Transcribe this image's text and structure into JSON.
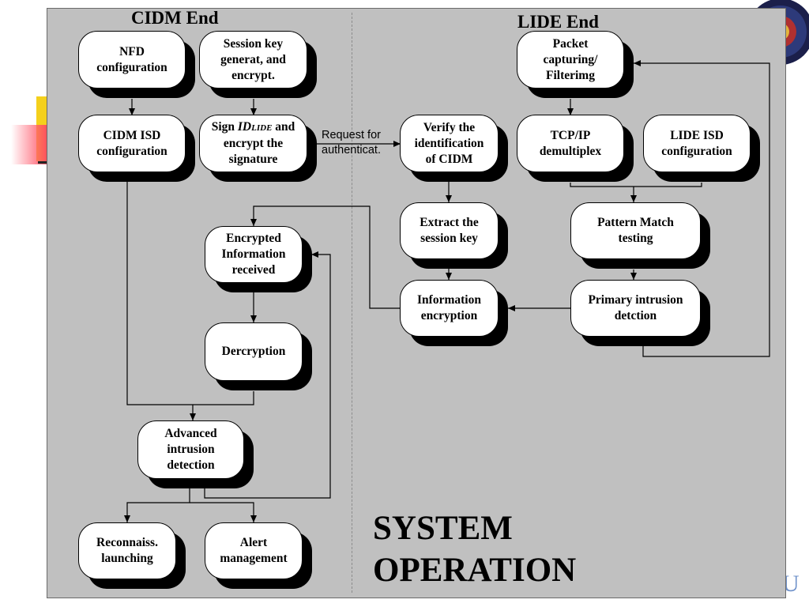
{
  "headers": {
    "cidm": "CIDM End",
    "lide": "LIDE End"
  },
  "title_lines": [
    "SYSTEM",
    "OPERATION"
  ],
  "request_label": [
    "Request for",
    "authenticat."
  ],
  "boxes": {
    "nfd_config": [
      "NFD",
      "configuration"
    ],
    "session_key_gen": [
      "Session key",
      "generat, and",
      "encrypt."
    ],
    "cidm_isd_config": [
      "CIDM ISD",
      "configuration"
    ],
    "sign_id": {
      "pre": "Sign ",
      "id": "ID",
      "sub": "LIDE",
      "post": "  and",
      "line2": "encrypt the",
      "line3": "signature"
    },
    "encrypted_info": [
      "Encrypted",
      "Information",
      "received"
    ],
    "decryption": [
      "Dercryption"
    ],
    "advanced_detection": [
      "Advanced",
      "intrusion",
      "detection"
    ],
    "reconnaissance": [
      "Reconnaiss.",
      "launching"
    ],
    "alert_management": [
      "Alert",
      "management"
    ],
    "verify_id": [
      "Verify the",
      "identification",
      "of CIDM"
    ],
    "extract_key": [
      "Extract the",
      "session key"
    ],
    "info_encryption": [
      "Information",
      "encryption"
    ],
    "packet_capture": [
      "Packet",
      "capturing/",
      "Filterimg"
    ],
    "tcpip_demux": [
      "TCP/IP",
      "demultiplex"
    ],
    "lide_isd_config": [
      "LIDE ISD",
      "configuration"
    ],
    "pattern_match": [
      "Pattern Match",
      "testing"
    ],
    "primary_detection": [
      "Primary intrusion",
      "detction"
    ]
  },
  "colors": {
    "panel": "#c0c0c0",
    "box": "#ffffff",
    "shadow": "#000000"
  },
  "logo_text": "U"
}
